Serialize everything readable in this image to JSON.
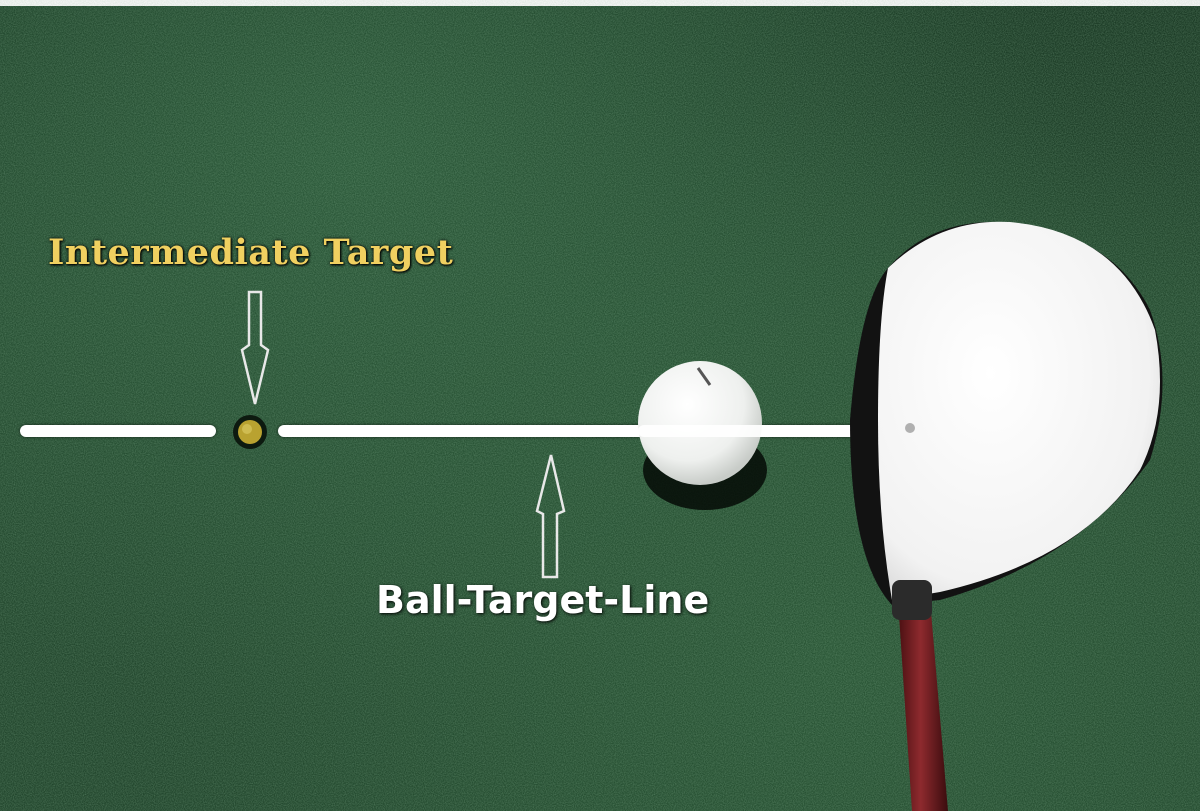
{
  "labels": {
    "intermediate_target": "Intermediate Target",
    "ball_target_line": "Ball-Target-Line"
  },
  "colors": {
    "turf": "#22462d",
    "label_yellow": "#f0d060",
    "marker_gold": "#b9a230",
    "line_white": "#ffffff",
    "shaft_red": "#7a1f22"
  },
  "scene": {
    "objects": [
      "turf-background",
      "golf-ball",
      "driver-club-head",
      "club-shaft",
      "intermediate-target-marker",
      "ball-target-line"
    ]
  }
}
